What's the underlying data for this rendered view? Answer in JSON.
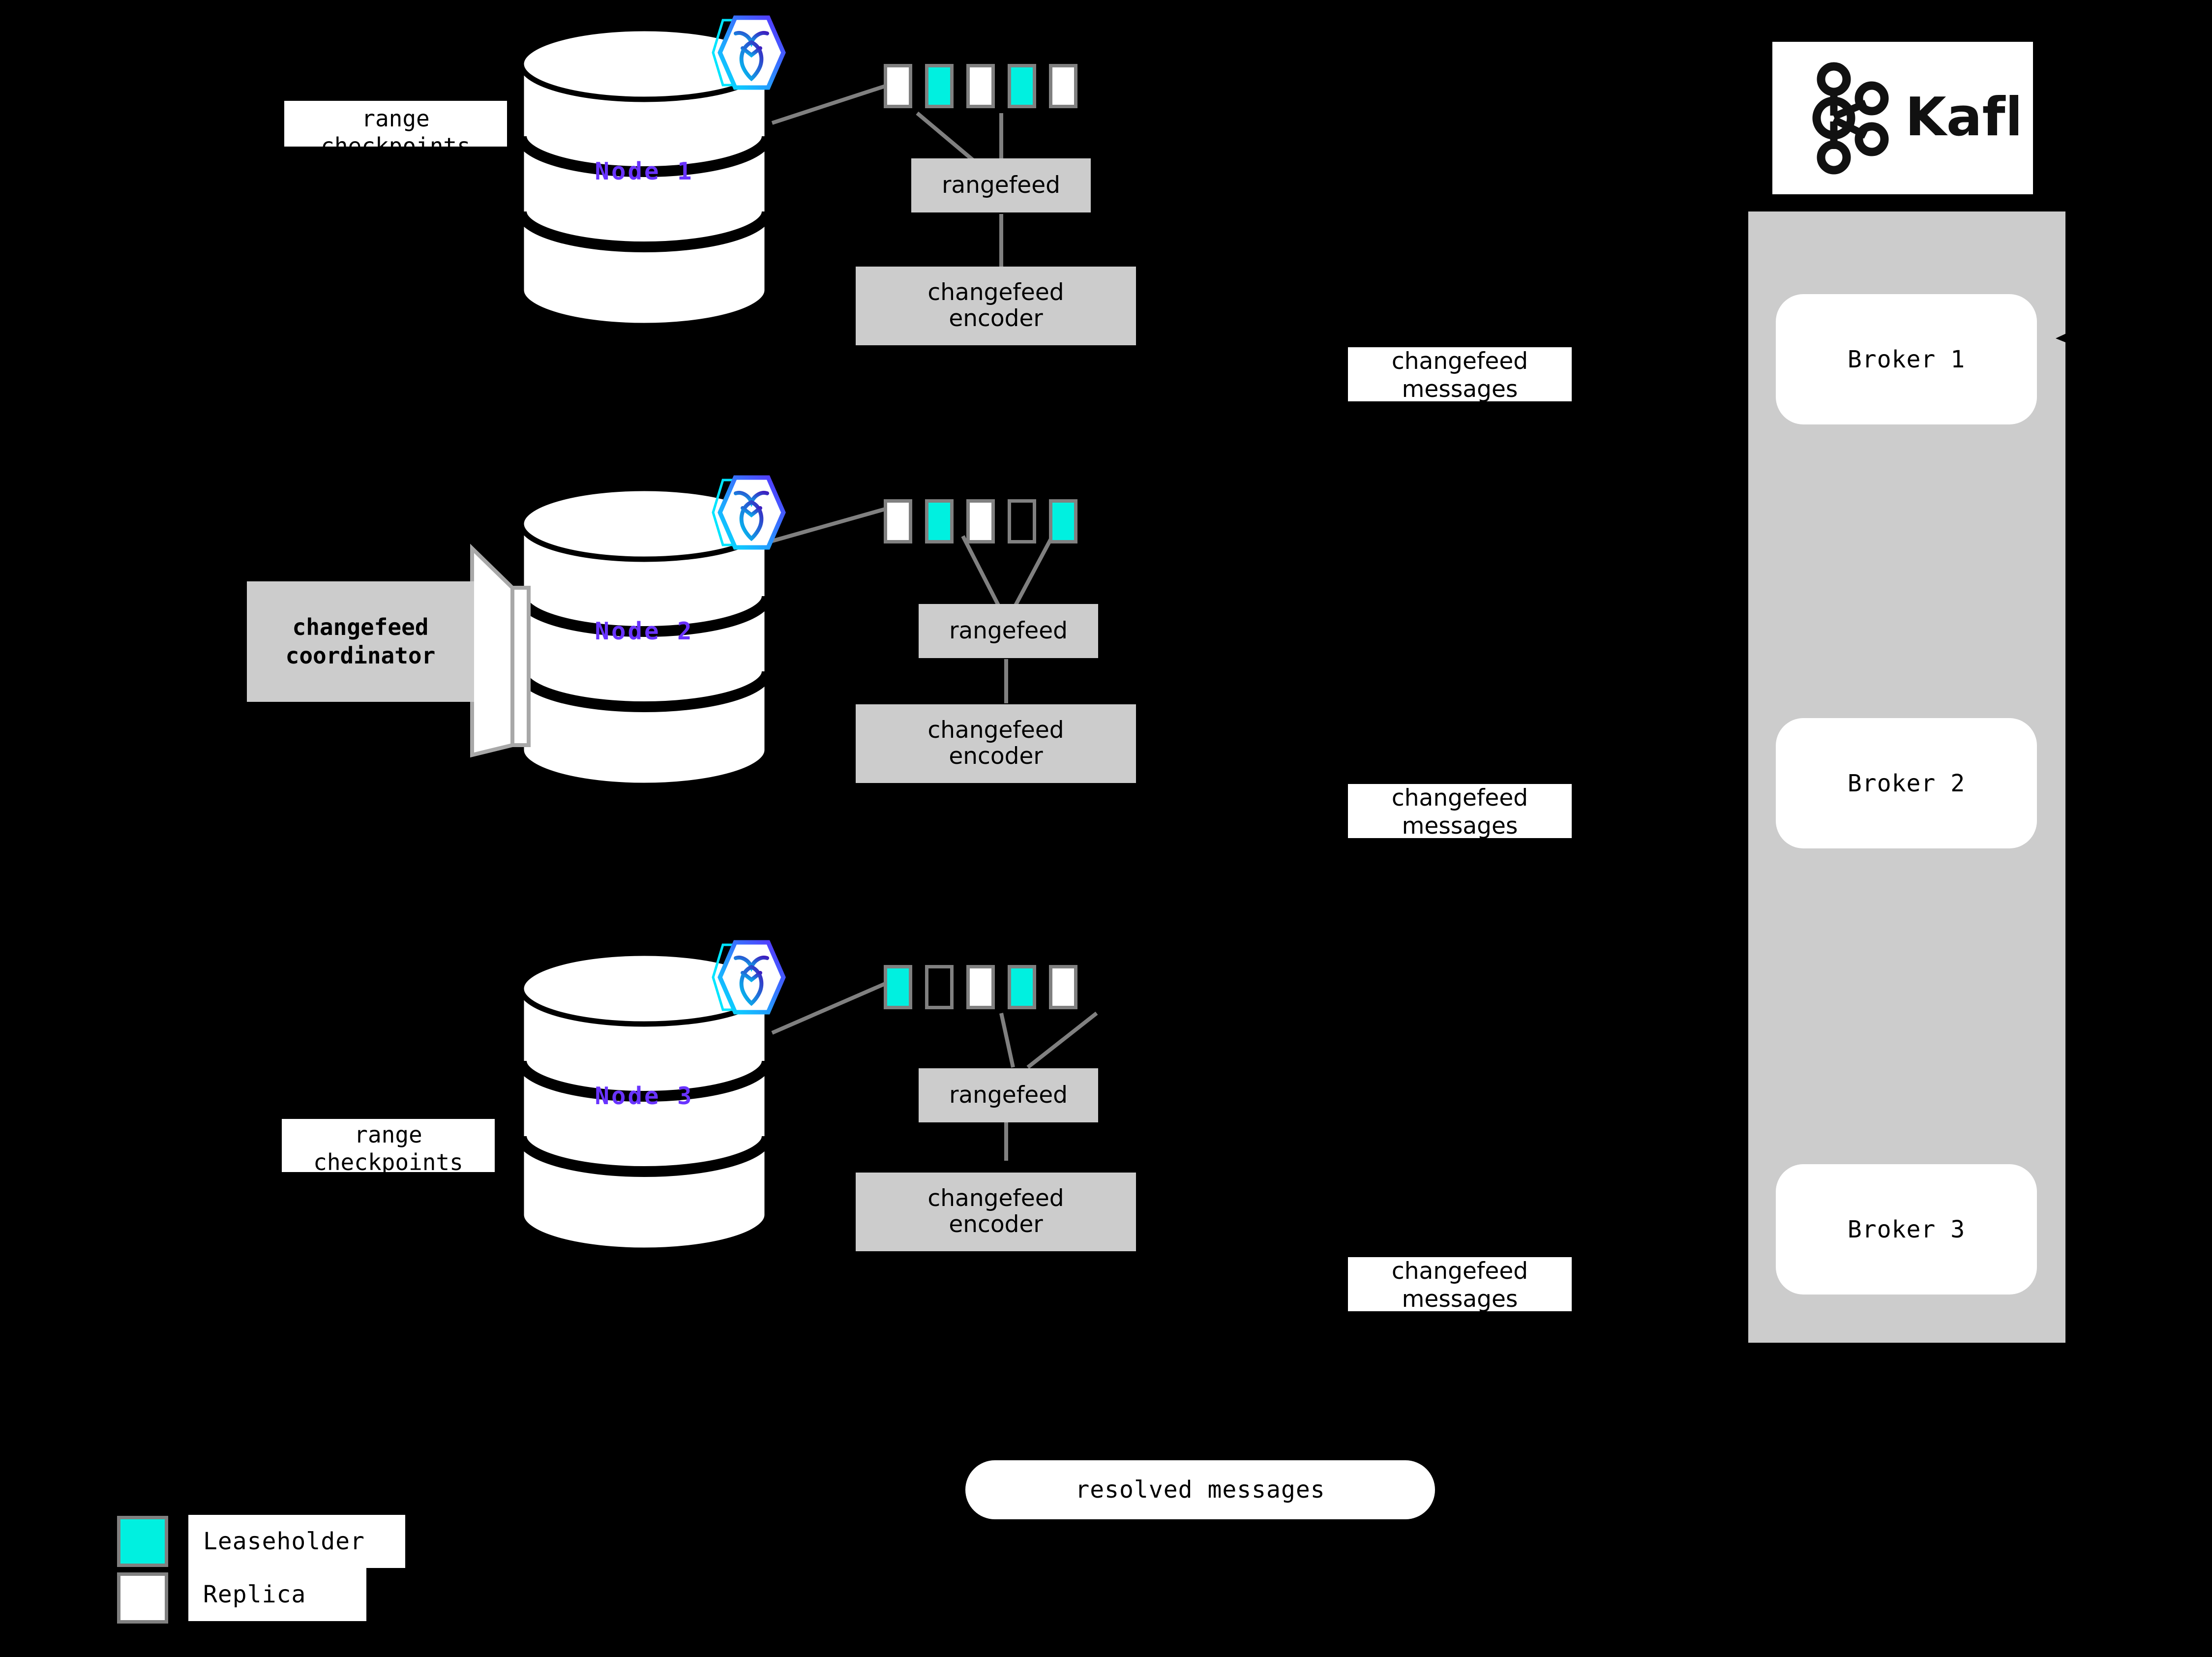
{
  "background_color": "#000000",
  "palette": {
    "leaseholder": "#00F0E0",
    "replica": "#FFFFFF",
    "process_box": "#CCCCCC",
    "node_label": "#6933FF",
    "connector": "#808080",
    "panel": "#CCCCCC"
  },
  "nodes": [
    {
      "label": "Node 1",
      "logo_icon": "cockroachdb-hex-icon",
      "annotation": "range\ncheckpoints",
      "ranges": [
        "replica",
        "leaseholder",
        "replica",
        "leaseholder",
        "replica"
      ],
      "rangefeed_label": "rangefeed",
      "encoder_label": "changefeed\nencoder",
      "coordinator": null
    },
    {
      "label": "Node 2",
      "logo_icon": "cockroachdb-hex-icon",
      "annotation": null,
      "ranges": [
        "replica",
        "leaseholder",
        "replica",
        "empty",
        "leaseholder"
      ],
      "rangefeed_label": "rangefeed",
      "encoder_label": "changefeed\nencoder",
      "coordinator": "changefeed\ncoordinator"
    },
    {
      "label": "Node 3",
      "logo_icon": "cockroachdb-hex-icon",
      "annotation": "range\ncheckpoints",
      "ranges": [
        "leaseholder",
        "empty",
        "replica",
        "leaseholder",
        "replica"
      ],
      "rangefeed_label": "rangefeed",
      "encoder_label": "changefeed\nencoder",
      "coordinator": null
    }
  ],
  "flow_labels": [
    {
      "text": "changefeed\nmessages"
    },
    {
      "text": "changefeed\nmessages"
    },
    {
      "text": "changefeed\nmessages"
    }
  ],
  "resolved": {
    "label": "resolved messages"
  },
  "kafka": {
    "logo_icon": "kafka-logo-icon",
    "wordmark": "Kafka",
    "brokers": [
      {
        "label": "Broker 1"
      },
      {
        "label": "Broker 2"
      },
      {
        "label": "Broker 3"
      }
    ]
  },
  "legend": {
    "items": [
      {
        "swatch": "leaseholder",
        "label": "Leaseholder"
      },
      {
        "swatch": "replica",
        "label": "Replica"
      }
    ]
  }
}
